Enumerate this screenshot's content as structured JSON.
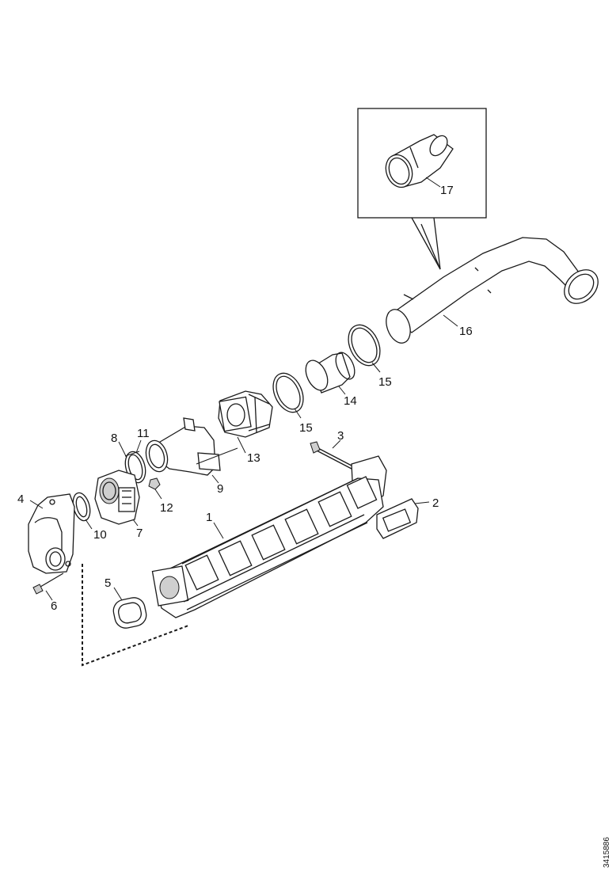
{
  "callouts": {
    "c1": "1",
    "c2": "2",
    "c3": "3",
    "c4": "4",
    "c5": "5",
    "c6": "6",
    "c7": "7",
    "c8": "8",
    "c9": "9",
    "c10": "10",
    "c11": "11",
    "c12": "12",
    "c13": "13",
    "c14": "14",
    "c15a": "15",
    "c15b": "15",
    "c16": "16",
    "c17": "17"
  },
  "doc_id": "3415886"
}
